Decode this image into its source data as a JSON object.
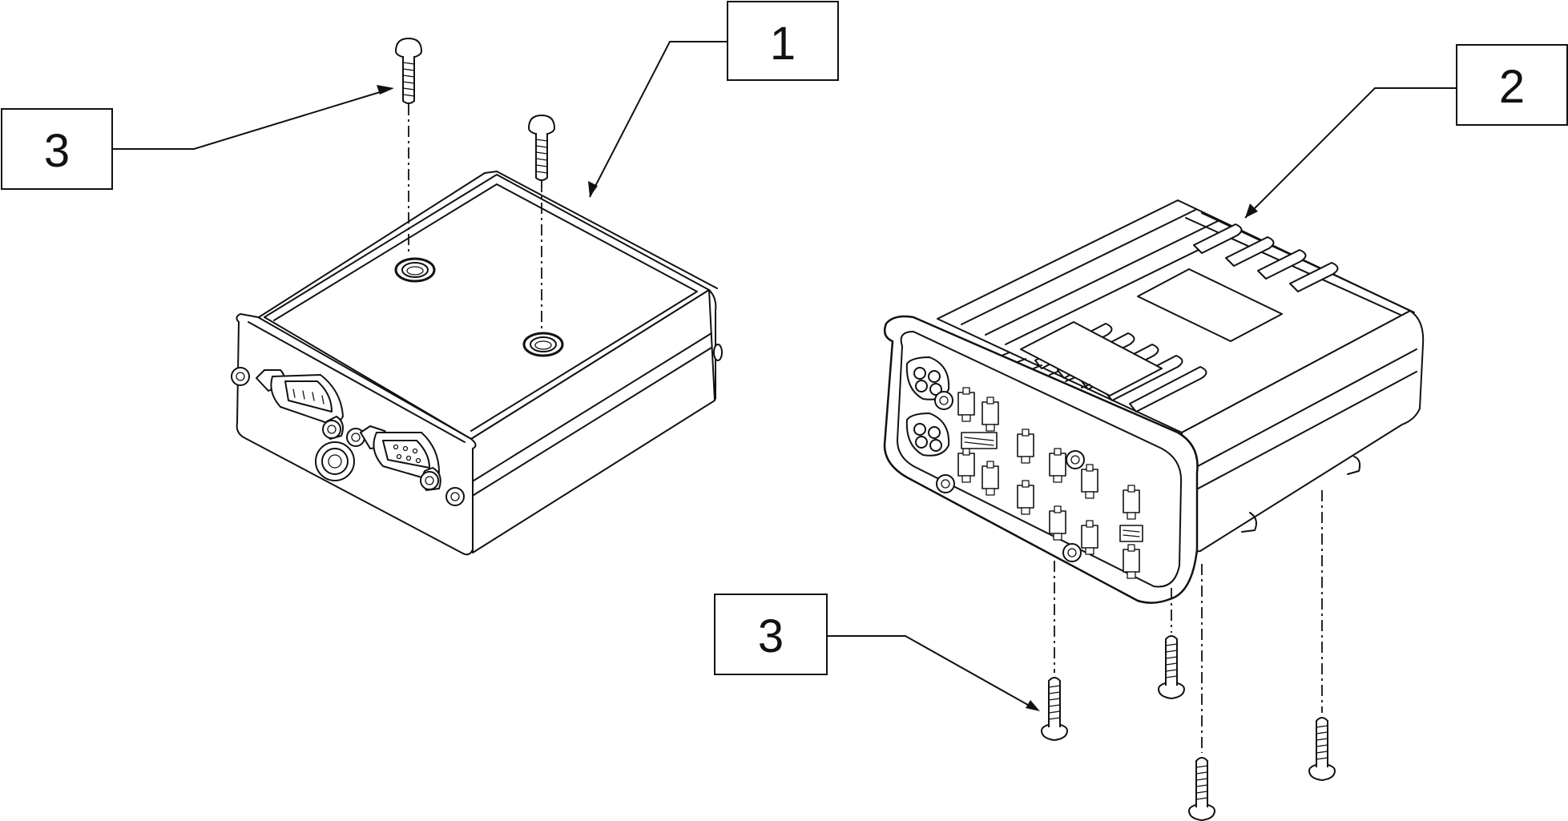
{
  "diagram": {
    "callouts": [
      {
        "id": "callout-1",
        "label": "1"
      },
      {
        "id": "callout-2",
        "label": "2"
      },
      {
        "id": "callout-3-left",
        "label": "3"
      },
      {
        "id": "callout-3-right",
        "label": "3"
      }
    ],
    "colors": {
      "line": "#111111",
      "background": "#ffffff"
    },
    "icons": [
      "screw-icon",
      "grommet-icon",
      "connector-icon"
    ]
  }
}
